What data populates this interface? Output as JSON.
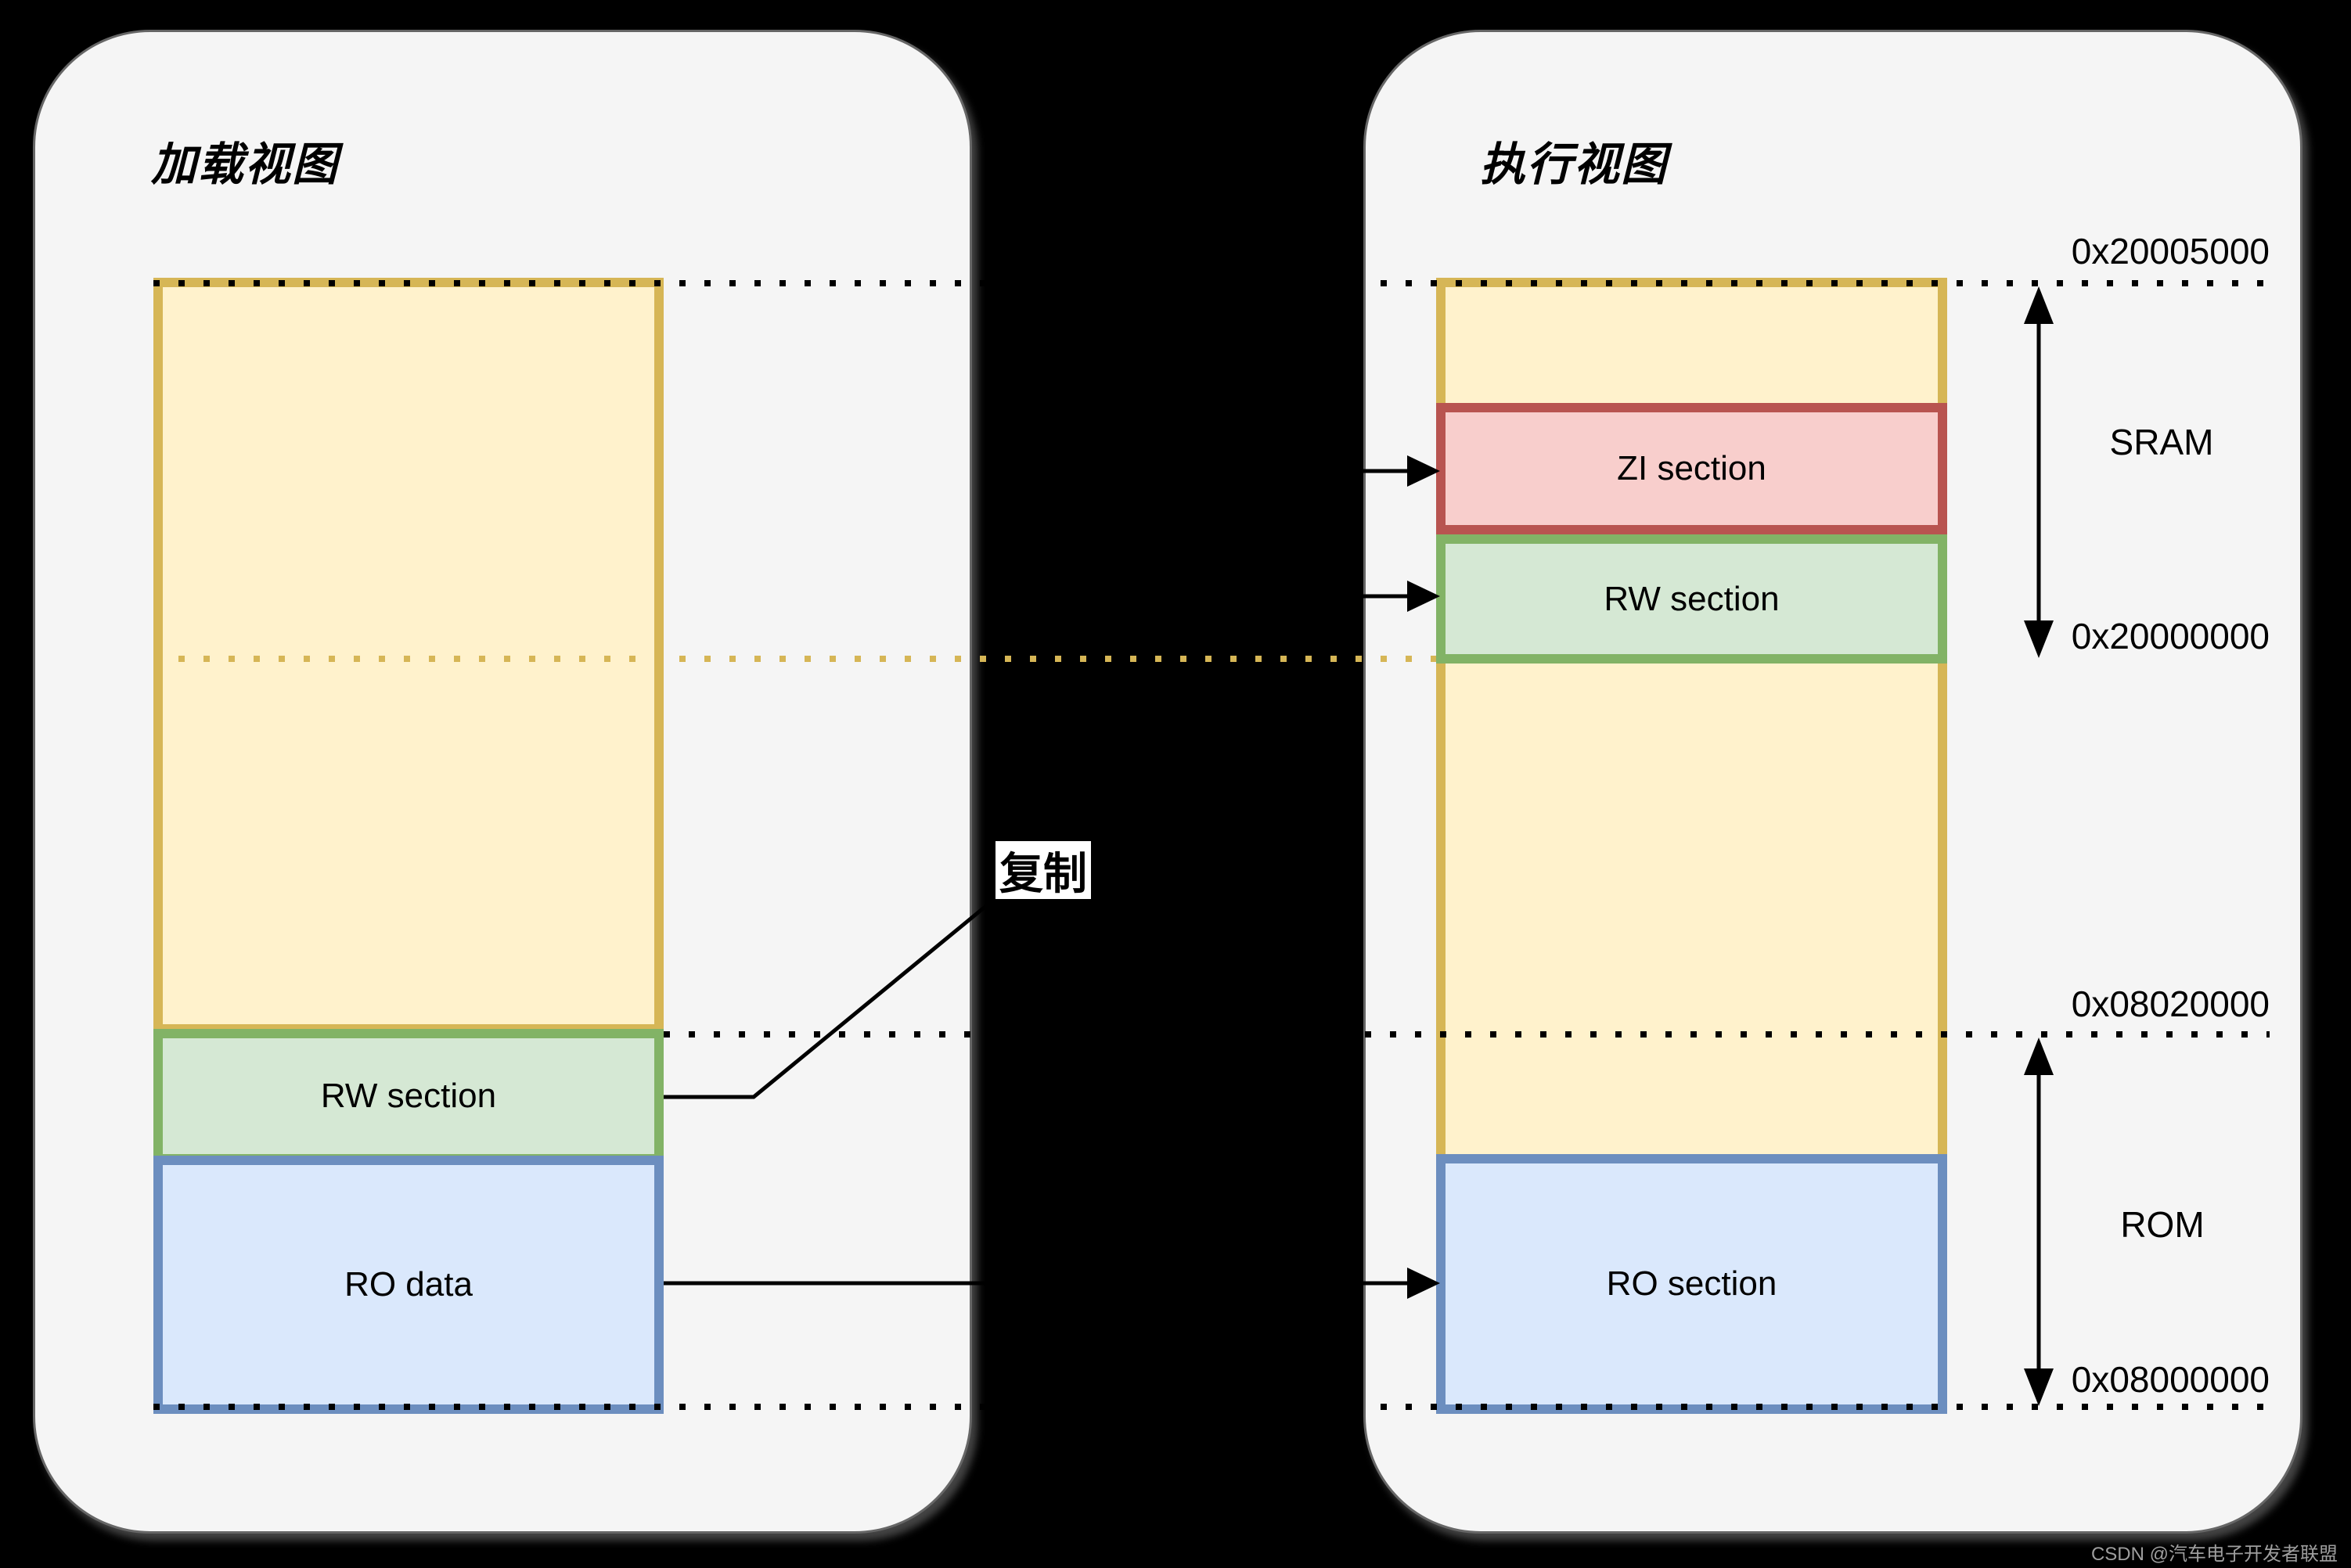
{
  "left_panel": {
    "title": "加载视图",
    "rw_label": "RW section",
    "ro_label": "RO data"
  },
  "right_panel": {
    "title": "执行视图",
    "zi_label": "ZI section",
    "rw_label": "RW section",
    "ro_label": "RO section"
  },
  "annotations": {
    "copy_label": "复制",
    "sram_label": "SRAM",
    "rom_label": "ROM",
    "addr_sram_top": "0x20005000",
    "addr_sram_bottom": "0x20000000",
    "addr_rom_top": "0x08020000",
    "addr_rom_bottom": "0x08000000",
    "watermark": "CSDN @汽车电子开发者联盟"
  },
  "colors": {
    "background": "#000000",
    "panel_fill": "#F5F5F5",
    "panel_border": "#666666",
    "yellow_fill": "#FFF2CC",
    "yellow_border": "#D6B656",
    "green_fill": "#D5E8D4",
    "green_border": "#82B366",
    "blue_fill": "#DAE8FC",
    "blue_border": "#6C8EBF",
    "pink_fill": "#F8CECC",
    "pink_border": "#B85450",
    "line_color": "#000000",
    "watermark_color": "#9E9E9E"
  }
}
